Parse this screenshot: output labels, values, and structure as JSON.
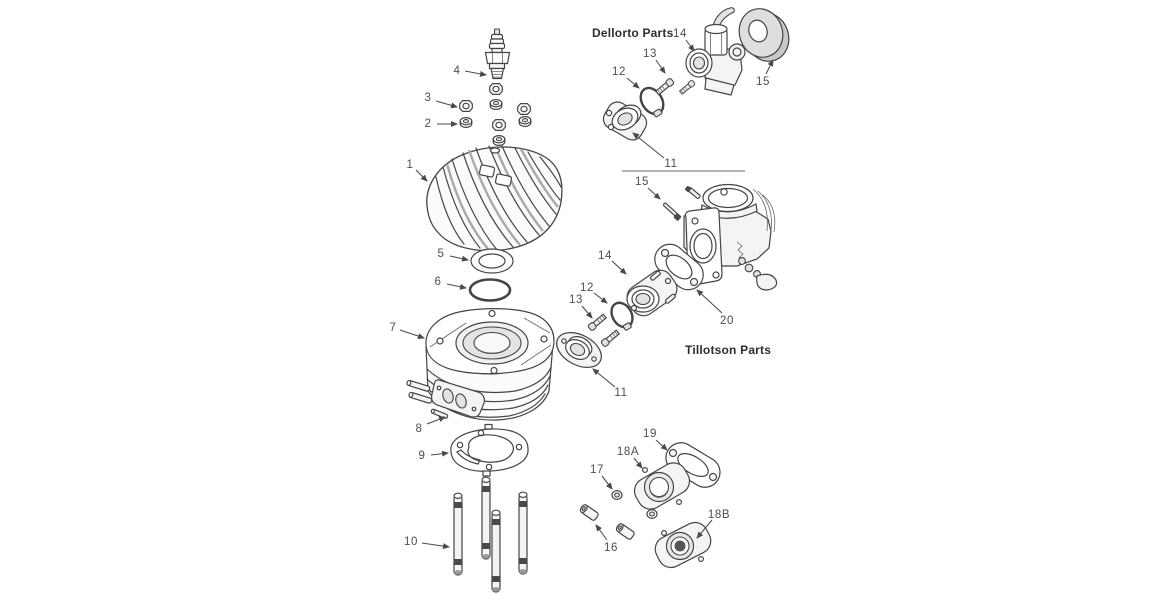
{
  "diagram": {
    "type": "exploded-parts-diagram",
    "sections": [
      {
        "id": "dellorto",
        "title": "Dellorto Parts"
      },
      {
        "id": "tillotson",
        "title": "Tillotson Parts"
      }
    ],
    "callouts": {
      "m1": "1",
      "m2": "2",
      "m3": "3",
      "m4": "4",
      "m5": "5",
      "m6": "6",
      "m7": "7",
      "m8": "8",
      "m9": "9",
      "m10": "10",
      "d11": "11",
      "d12": "12",
      "d13": "13",
      "d14": "14",
      "d15": "15",
      "t11": "11",
      "t12": "12",
      "t13": "13",
      "t14": "14",
      "t15": "15",
      "t20": "20",
      "b16": "16",
      "b17": "17",
      "b18a": "18A",
      "b18b": "18B",
      "b19": "19"
    },
    "colors": {
      "line": "#454545",
      "label": "#4d4d4d",
      "section_title": "#2e2e2e",
      "divider": "#b3b3b3",
      "background": "#ffffff"
    }
  }
}
